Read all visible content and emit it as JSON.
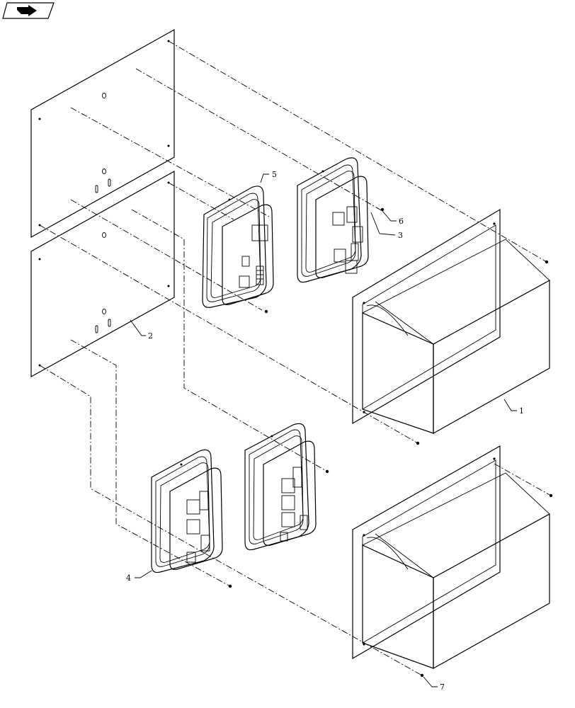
{
  "nav_icon": {
    "icon": "back-arrow-icon"
  },
  "callouts": {
    "c1": "1",
    "c2": "2",
    "c3": "3",
    "c4": "4",
    "c5": "5",
    "c6": "6",
    "c7": "7"
  }
}
